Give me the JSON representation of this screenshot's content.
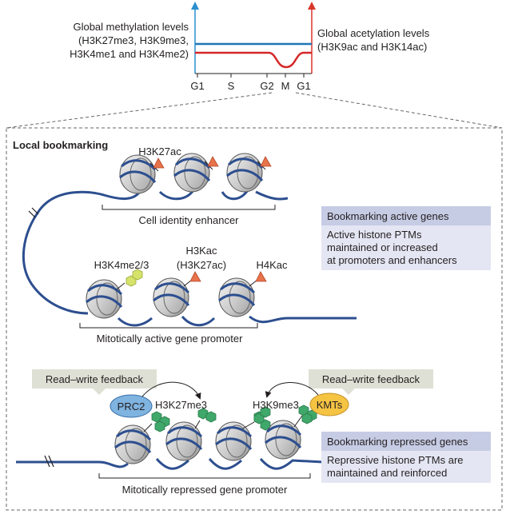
{
  "top_chart": {
    "left_title_lines": [
      "Global methylation levels",
      "(H3K27me3, H3K9me3,",
      "H3K4me1 and H3K4me2)"
    ],
    "right_title_lines": [
      "Global acetylation levels",
      "(H3K9ac and H3K14ac)"
    ],
    "phases": [
      "G1",
      "S",
      "G2",
      "M",
      "G1"
    ],
    "colors": {
      "methylation": "#1f77b4",
      "acetylation": "#d62728",
      "left_axis": "#2a8fd0",
      "right_axis": "#d9362b"
    }
  },
  "panel": {
    "title": "Local bookmarking",
    "active": {
      "enhancer_mark": "H3K27ac",
      "enhancer_label": "Cell identity enhancer",
      "promoter_marks": [
        "H3K4me2/3",
        "H3Kac",
        "(H3K27ac)",
        "H4Kac"
      ],
      "promoter_label": "Mitotically active gene promoter",
      "box_title": "Bookmarking active genes",
      "box_text_lines": [
        "Active histone PTMs",
        "maintained or increased",
        "at promoters and enhancers"
      ]
    },
    "repressed": {
      "feedback_left": "Read–write feedback",
      "feedback_right": "Read–write feedback",
      "prc2": "PRC2",
      "kmts": "KMTs",
      "mark_left": "H3K27me3",
      "mark_right": "H3K9me3",
      "promoter_label": "Mitotically repressed gene promoter",
      "box_title": "Bookmarking repressed genes",
      "box_text_lines": [
        "Repressive histone PTMs are",
        "maintained and reinforced"
      ]
    }
  }
}
